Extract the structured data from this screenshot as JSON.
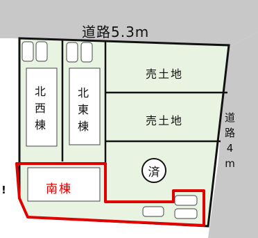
{
  "road_top": "道路5.3m",
  "road_right": [
    "道",
    "路",
    "4",
    "m"
  ],
  "lots": {
    "north_west": [
      "北",
      "西",
      "棟"
    ],
    "north_east": [
      "北",
      "東",
      "棟"
    ],
    "south": "南棟",
    "sale_lot_1": "売土地",
    "sale_lot_2": "売土地",
    "sold_badge": "済"
  },
  "edge_mark": "!",
  "colors": {
    "road": "#c8c8c8",
    "lot_fill": "#e8f3e2",
    "highlight": "#e00000",
    "boundary": "#111111"
  }
}
